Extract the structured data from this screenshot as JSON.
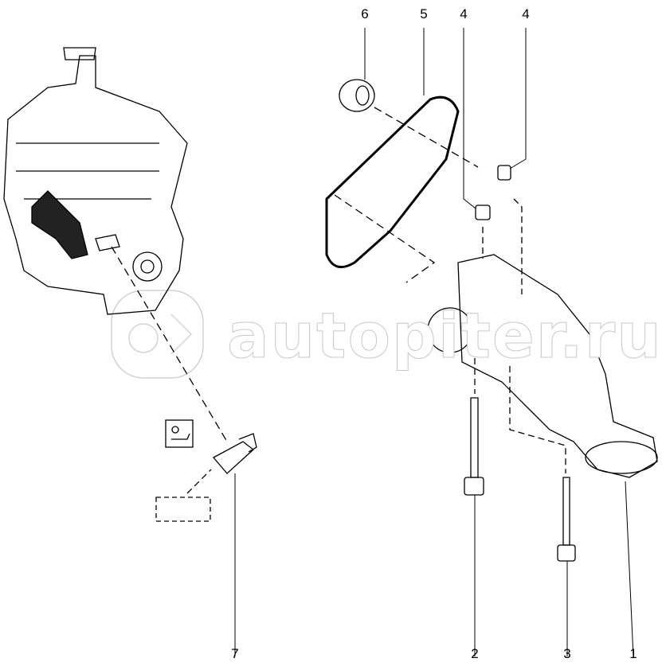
{
  "watermark": {
    "text": "autopiter.ru"
  },
  "callouts": {
    "oil_pump": "1",
    "pump_bolt_long": "2",
    "pump_bolt_short": "3",
    "dowel_a": "4",
    "dowel_b": "4",
    "chain": "5",
    "sprocket": "6",
    "oil_pressure_switch": "7"
  }
}
